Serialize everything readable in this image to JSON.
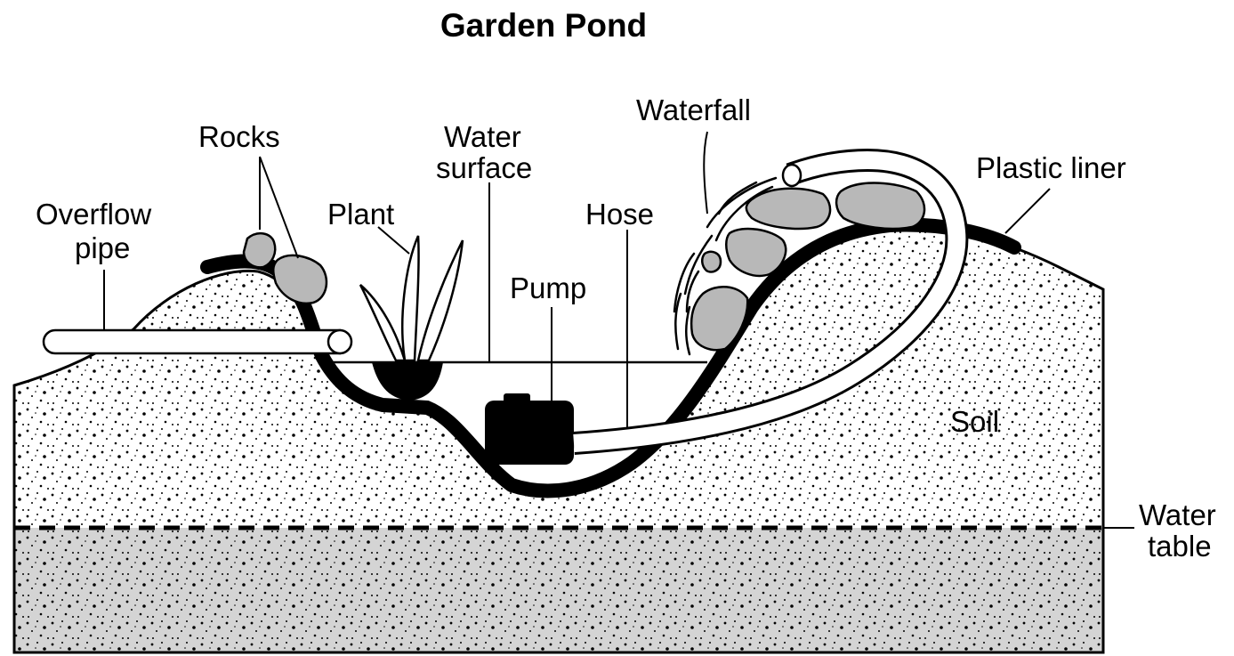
{
  "title": "Garden Pond",
  "labels": {
    "rocks": "Rocks",
    "water_surface_1": "Water",
    "water_surface_2": "surface",
    "waterfall": "Waterfall",
    "plastic_liner": "Plastic liner",
    "overflow_pipe_1": "Overflow",
    "overflow_pipe_2": "pipe",
    "plant": "Plant",
    "hose": "Hose",
    "pump": "Pump",
    "soil": "Soil",
    "water_table_1": "Water",
    "water_table_2": "table"
  },
  "colors": {
    "soil": "#ffffff",
    "water_table_zone": "#d4d4d4",
    "rock": "#b8b8b8",
    "liner": "#000000"
  }
}
